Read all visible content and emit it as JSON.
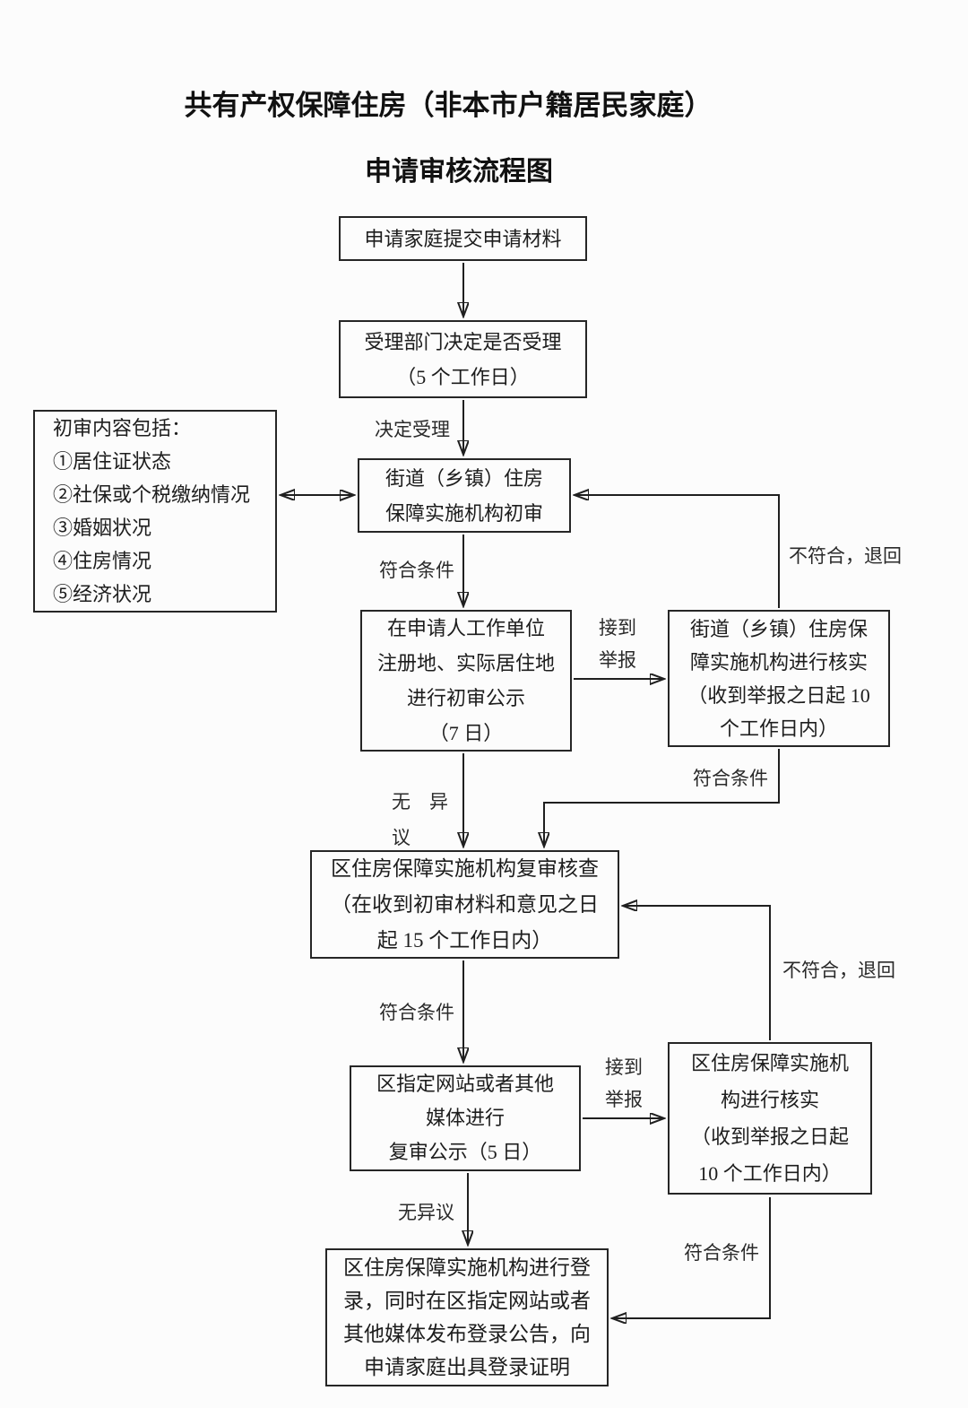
{
  "title": {
    "line1": "共有产权保障住房（非本市户籍居民家庭）",
    "line2": "申请审核流程图"
  },
  "boxes": {
    "submit": {
      "lines": [
        "申请家庭提交申请材料"
      ]
    },
    "accept": {
      "lines": [
        "受理部门决定是否受理",
        "（5 个工作日）"
      ]
    },
    "street_review": {
      "lines": [
        "街道（乡镇）住房",
        "保障实施机构初审"
      ]
    },
    "review_content": {
      "lines": [
        "初审内容包括：",
        "①居住证状态",
        "②社保或个税缴纳情况",
        "③婚姻状况",
        "④住房情况",
        "⑤经济状况"
      ]
    },
    "initial_publicity": {
      "lines": [
        "在申请人工作单位",
        "注册地、实际居住地",
        "进行初审公示",
        "（7 日）"
      ]
    },
    "street_verify": {
      "lines": [
        "街道（乡镇）住房保",
        "障实施机构进行核实",
        "（收到举报之日起 10",
        "个工作日内）"
      ]
    },
    "district_review": {
      "lines": [
        "区住房保障实施机构复审核查",
        "（在收到初审材料和意见之日",
        "起 15 个工作日内）"
      ]
    },
    "review_publicity": {
      "lines": [
        "区指定网站或者其他",
        "媒体进行",
        "复审公示（5 日）"
      ]
    },
    "district_verify": {
      "lines": [
        "区住房保障实施机",
        "构进行核实",
        "（收到举报之日起",
        "10 个工作日内）"
      ]
    },
    "registration": {
      "lines": [
        "区住房保障实施机构进行登",
        "录，同时在区指定网站或者",
        "其他媒体发布登录公告，向",
        "申请家庭出具登录证明"
      ]
    }
  },
  "labels": {
    "decide_accept": "决定受理",
    "meet_conditions_1": "符合条件",
    "report_received_1": [
      "接到",
      "举报"
    ],
    "not_meet_return_1": "不符合，退回",
    "meet_conditions_2": "符合条件",
    "no_objection_1": [
      "无　异",
      "议"
    ],
    "meet_conditions_3": "符合条件",
    "report_received_2": [
      "接到",
      "举报"
    ],
    "not_meet_return_2": "不符合，退回",
    "no_objection_2": "无异议",
    "meet_conditions_4": "符合条件"
  },
  "colors": {
    "ink": "#1f1f1f",
    "background": "#fcfcfc"
  }
}
